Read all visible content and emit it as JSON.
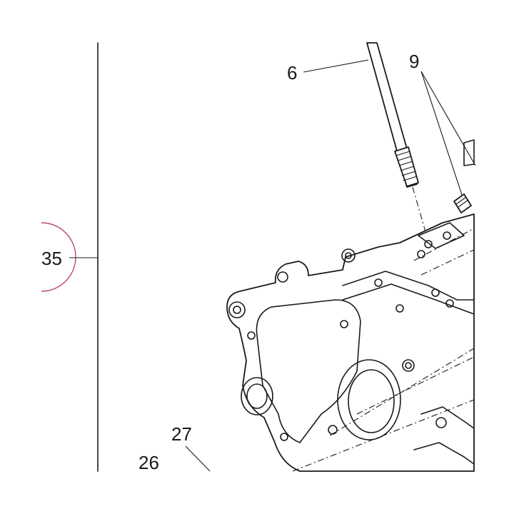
{
  "callouts": {
    "c6": "6",
    "c9": "9",
    "c35": "35",
    "c27": "27",
    "c26": "26"
  },
  "colors": {
    "line": "#1a1a1a",
    "page_marker": "#b0304a",
    "background": "#ffffff"
  }
}
